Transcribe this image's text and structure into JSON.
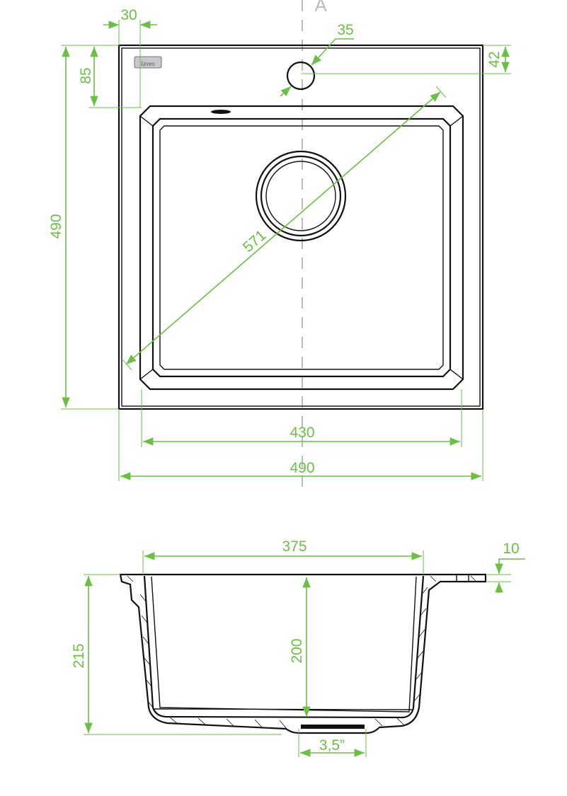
{
  "section_marker": "A",
  "logo_text": "laveo",
  "colors": {
    "dimension": "#6cbf45",
    "outline": "#111111",
    "centerline": "#bbbbbb"
  },
  "top_view": {
    "dims": {
      "flange_width": "30",
      "flange_depth": "85",
      "overall_depth": "490",
      "tap_hole_diameter": "35",
      "tap_hole_offset": "42",
      "diagonal": "571",
      "bowl_width": "430",
      "overall_width": "490"
    }
  },
  "section_view": {
    "dims": {
      "bowl_top_width": "375",
      "rim_thickness": "10",
      "overall_height": "215",
      "bowl_depth": "200",
      "drain_size": "3,5”"
    }
  }
}
